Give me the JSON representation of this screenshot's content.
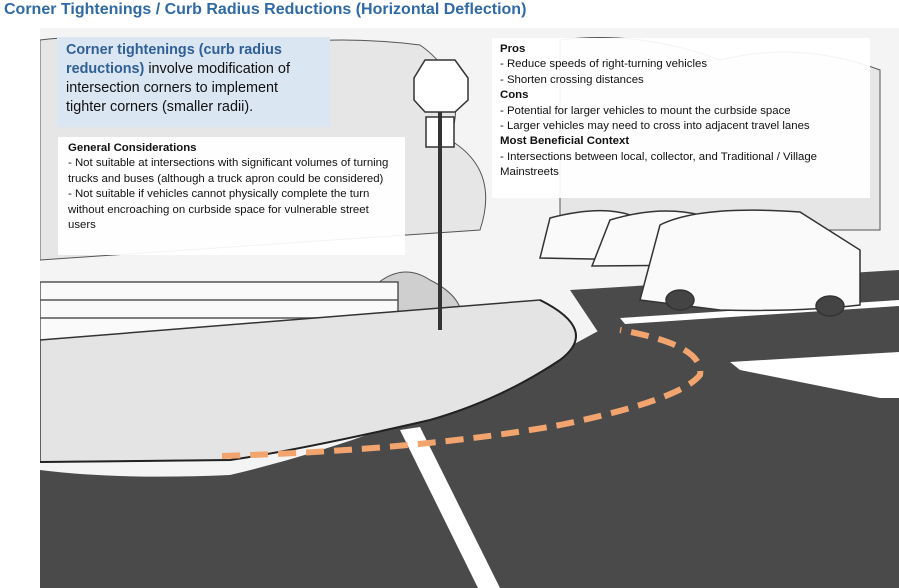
{
  "title": "Corner Tightenings / Curb Radius Reductions (Horizontal Deflection)",
  "intro": {
    "highlight": "Corner tightenings (curb radius reductions)",
    "rest": " involve modification of intersection corners to implement tighter corners (smaller radii)."
  },
  "general_considerations": {
    "heading": "General Considerations",
    "items": [
      "- Not suitable at intersections with significant volumes of turning trucks and buses (although a truck apron could be considered)",
      "- Not suitable if vehicles cannot physically complete the turn without encroaching on curbside space for vulnerable street users"
    ]
  },
  "pros": {
    "heading": "Pros",
    "items": [
      "- Reduce speeds of right-turning vehicles",
      "- Shorten crossing distances"
    ]
  },
  "cons": {
    "heading": "Cons",
    "items": [
      "- Potential for larger vehicles to mount the curbside space",
      "- Larger vehicles may need to cross into adjacent travel lanes"
    ]
  },
  "context": {
    "heading": "Most Beneficial Context",
    "items": [
      "- Intersections between local, collector, and Traditional / Village Mainstreets"
    ]
  },
  "colors": {
    "title": "#2f6aa6",
    "intro_highlight": "#2f5f97",
    "intro_bg": "#dbe6f3",
    "road": "#4a4a4a",
    "dashed_path": "#f2a46e"
  }
}
